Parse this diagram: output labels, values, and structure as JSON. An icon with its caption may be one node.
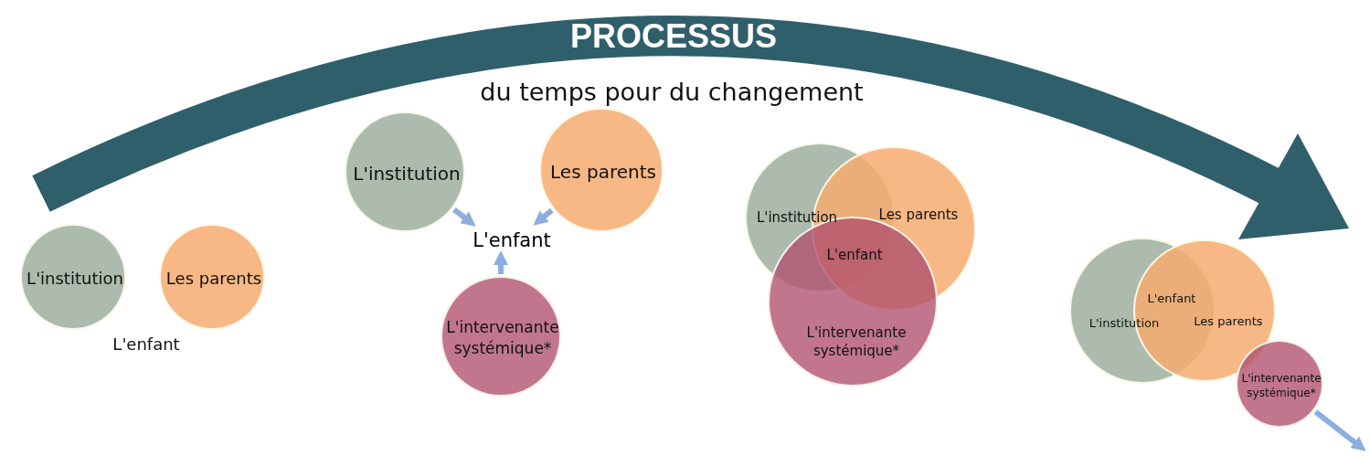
{
  "diagram": {
    "nodes": [
      {
        "text": [
          "L'institution"
        ]
      },
      {
        "text": [
          "Les parents"
        ]
      },
      {
        "text": [
          "L'institution"
        ]
      },
      {
        "text": [
          "Les parents"
        ]
      },
      {
        "text": [
          "L'enfant"
        ]
      },
      {
        "text": [
          "L'intervenante systémique*"
        ]
      },
      {
        "text": [
          "L'institution"
        ]
      },
      {
        "text": [
          "Les parents"
        ]
      },
      {
        "text": [
          "L'intervenante systémique*"
        ]
      },
      {
        "text": [
          "L'institution"
        ]
      },
      {
        "text": [
          "Les parents"
        ]
      },
      {
        "text": [
          "L'intervenante systémique*"
        ]
      }
    ],
    "edges": [
      {
        "from": 2,
        "to": 4,
        "arrow": "to"
      },
      {
        "from": 3,
        "to": 4,
        "arrow": "to"
      },
      {
        "from": 5,
        "to": 4,
        "arrow": "to"
      },
      {
        "from": 11,
        "to": null,
        "arrow": "to"
      }
    ],
    "labels": [
      "PROCESSUS",
      "du temps pour du changement",
      "L'enfant",
      "L'enfant",
      "L'enfant"
    ]
  }
}
